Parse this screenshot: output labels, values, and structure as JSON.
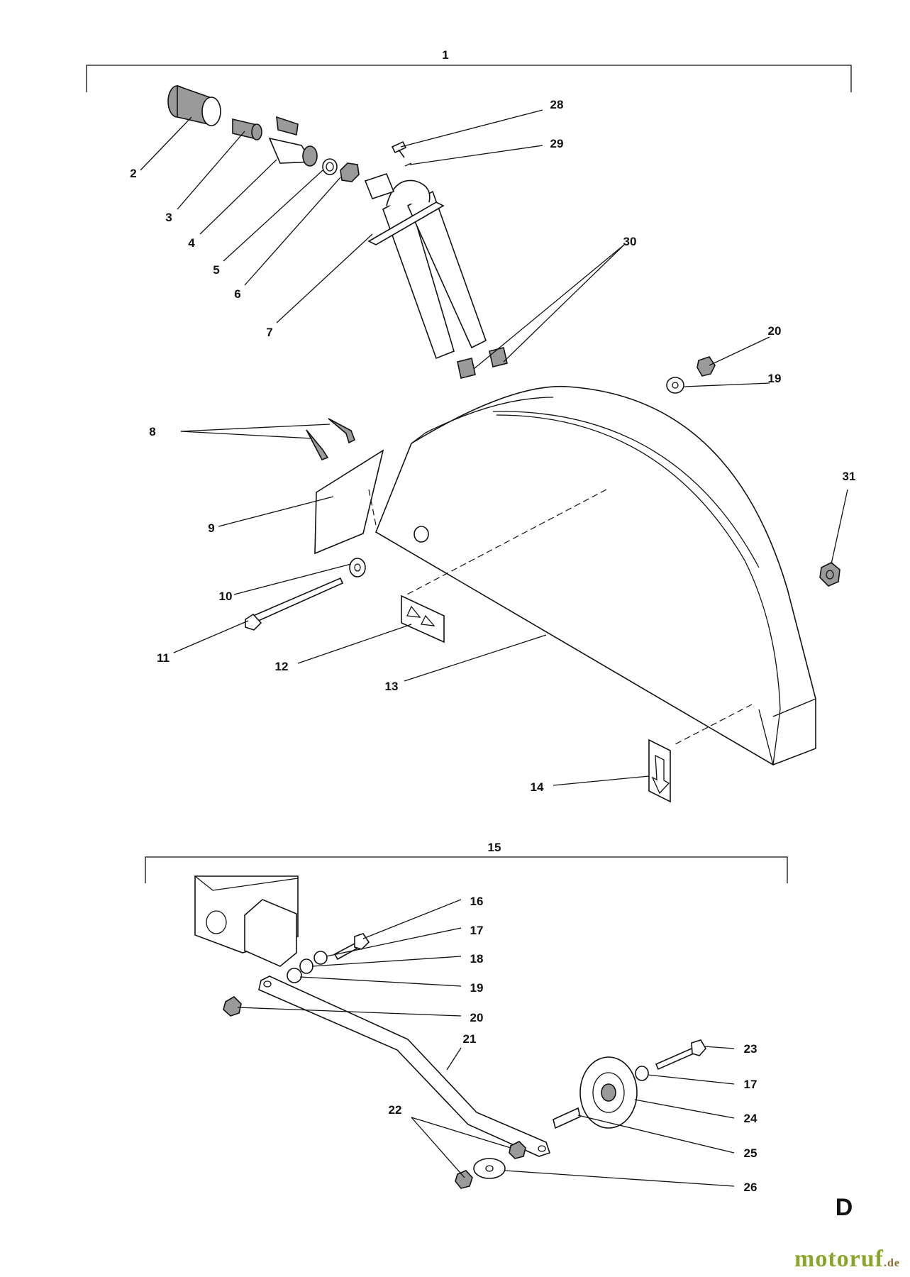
{
  "labels": {
    "l1": "1",
    "l2": "2",
    "l3": "3",
    "l4": "4",
    "l5": "5",
    "l6": "6",
    "l7": "7",
    "l8": "8",
    "l9": "9",
    "l10": "10",
    "l11": "11",
    "l12": "12",
    "l13": "13",
    "l14": "14",
    "l15": "15",
    "l16": "16",
    "l17a": "17",
    "l17b": "17",
    "l18": "18",
    "l19a": "19",
    "l19b": "19",
    "l20a": "20",
    "l20b": "20",
    "l21": "21",
    "l22": "22",
    "l23": "23",
    "l24": "24",
    "l25": "25",
    "l26": "26",
    "l28": "28",
    "l29": "29",
    "l30": "30",
    "l31": "31"
  },
  "section_letter": "D",
  "watermark": {
    "brand": "motoruf",
    "tld": ".de"
  }
}
